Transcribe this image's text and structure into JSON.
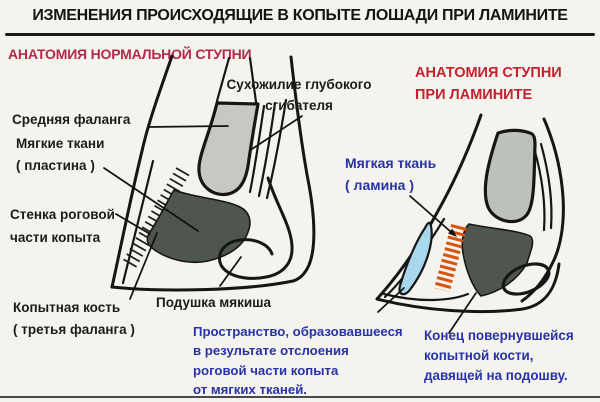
{
  "title": "ИЗМЕНЕНИЯ ПРОИСХОДЯЩИЕ В КОПЫТЕ ЛОШАДИ ПРИ ЛАМИНИТЕ",
  "left_panel": {
    "heading": "АНАТОМИЯ НОРМАЛЬНОЙ СТУПНИ",
    "heading_color": "#b2294a",
    "labels": {
      "deep_flexor_tendon": [
        "Сухожилие глубокого",
        "сгибателя"
      ],
      "middle_phalanx": [
        "Средняя фаланга"
      ],
      "soft_tissue": [
        "Мягкие ткани",
        "( пластина )"
      ],
      "horn_wall": [
        "Стенка роговой",
        "части копыта"
      ],
      "coffin_bone": [
        "Копытная кость",
        "( третья фаланга )"
      ],
      "digital_cushion": [
        "Подушка мякиша"
      ]
    }
  },
  "right_panel": {
    "heading": [
      "АНАТОМИЯ СТУПНИ",
      "ПРИ ЛАМИНИТЕ"
    ],
    "heading_color": "#c4202e",
    "labels": {
      "lamina": [
        "Мягкая ткань",
        "( ламина )"
      ],
      "separation_space": [
        "Пространство, образовавшееся",
        "в результате отслоения",
        "роговой части копыта",
        "от мягких тканей."
      ],
      "rotated_bone_tip": [
        "Конец повернувшейся",
        "копытной кости,",
        "давящей на подошву."
      ]
    }
  },
  "colors": {
    "background": "#f5f3ee",
    "title_text": "#141414",
    "label_text": "#1b1b1b",
    "annotation_blue": "#2733a6",
    "outline_black": "#161616",
    "bone_light_gray": "#c5c9c2",
    "bone_dark_gray": "#4f564e",
    "laminae_hatch_black": "#1b1b1b",
    "laminitis_hatch_orange": "#d9540e",
    "separation_fill_blue": "#a9d8ee"
  }
}
